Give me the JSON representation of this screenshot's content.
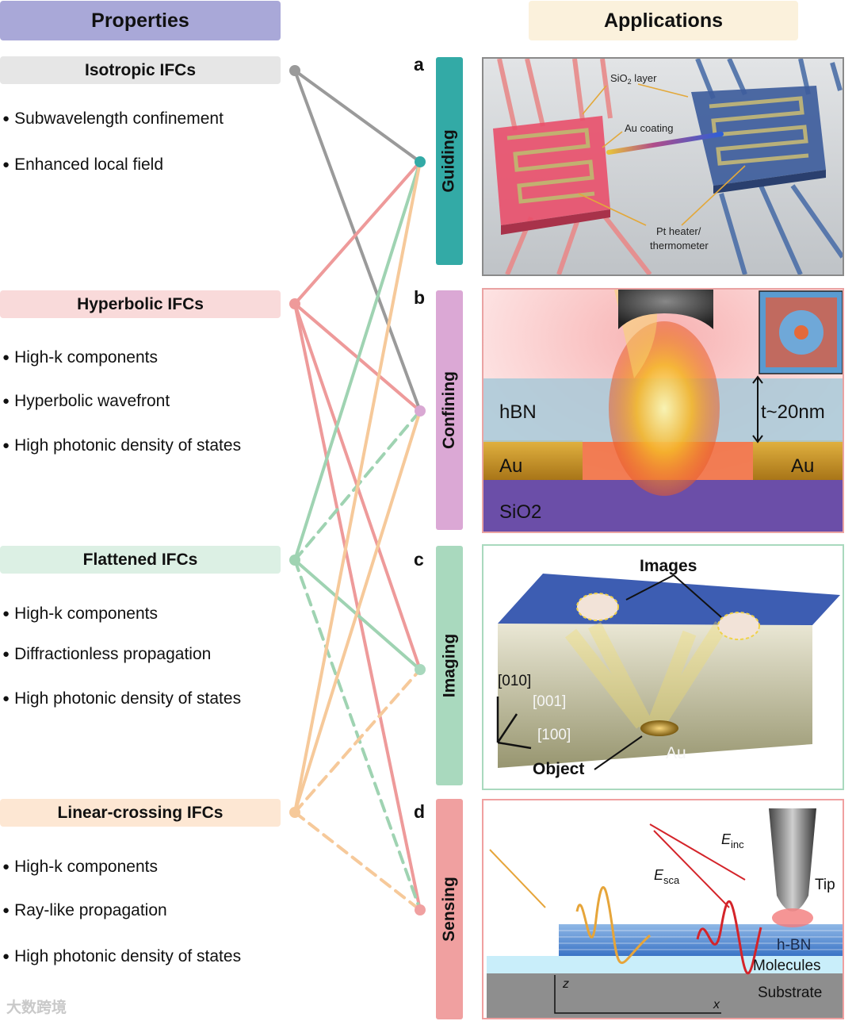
{
  "headers": {
    "properties": "Properties",
    "applications": "Applications"
  },
  "properties": [
    {
      "title": "Isotropic IFCs",
      "bullets": [
        "Subwavelength confinement",
        "Enhanced local field"
      ]
    },
    {
      "title": "Hyperbolic IFCs",
      "bullets": [
        "High-k components",
        "Hyperbolic wavefront",
        "High photonic density of states"
      ]
    },
    {
      "title": "Flattened IFCs",
      "bullets": [
        "High-k components",
        "Diffractionless propagation",
        "High photonic density of states"
      ]
    },
    {
      "title": "Linear-crossing IFCs",
      "bullets": [
        "High-k components",
        "Ray-like propagation",
        "High photonic density of states"
      ]
    }
  ],
  "applications": [
    {
      "letter": "a",
      "label": "Guiding"
    },
    {
      "letter": "b",
      "label": "Confining"
    },
    {
      "letter": "c",
      "label": "Imaging"
    },
    {
      "letter": "d",
      "label": "Sensing"
    }
  ],
  "panel_a": {
    "sio2": "SiO",
    "sio2_sub": "2",
    "sio2_tail": " layer",
    "au": "Au coating",
    "pt1": "Pt heater/",
    "pt2": "thermometer"
  },
  "panel_b": {
    "hbn": "hBN",
    "thick": "t~20nm",
    "au_left": "Au",
    "au_right": "Au",
    "sio2": "SiO2"
  },
  "panel_c": {
    "images": "Images",
    "d010": "[010]",
    "d001": "[001]",
    "d100": "[100]",
    "object": "Object",
    "au": "Au"
  },
  "panel_d": {
    "e": "E",
    "inc": "inc",
    "sca": "sca",
    "tip": "Tip",
    "hbn": "h-BN",
    "molecules": "Molecules",
    "substrate": "Substrate",
    "z": "z",
    "x": "x"
  },
  "watermark": "大数跨境",
  "colors": {
    "isotropic": "#9a9a9a",
    "hyperbolic": "#ee9a9a",
    "flattened": "#9fd3b2",
    "linear": "#f6c99a",
    "guiding": "#33aaa6",
    "confining": "#d9a8d3",
    "imaging": "#a8d8bd",
    "sensing": "#f0a0a0"
  },
  "links": [
    {
      "from": 0,
      "to": 0,
      "style": "solid"
    },
    {
      "from": 0,
      "to": 1,
      "style": "solid"
    },
    {
      "from": 1,
      "to": 0,
      "style": "solid"
    },
    {
      "from": 1,
      "to": 1,
      "style": "solid"
    },
    {
      "from": 1,
      "to": 2,
      "style": "solid"
    },
    {
      "from": 1,
      "to": 3,
      "style": "solid"
    },
    {
      "from": 2,
      "to": 0,
      "style": "solid"
    },
    {
      "from": 2,
      "to": 1,
      "style": "dashed"
    },
    {
      "from": 2,
      "to": 2,
      "style": "solid"
    },
    {
      "from": 2,
      "to": 3,
      "style": "dashed"
    },
    {
      "from": 3,
      "to": 0,
      "style": "solid"
    },
    {
      "from": 3,
      "to": 1,
      "style": "solid"
    },
    {
      "from": 3,
      "to": 2,
      "style": "dashed"
    },
    {
      "from": 3,
      "to": 3,
      "style": "dashed"
    }
  ]
}
